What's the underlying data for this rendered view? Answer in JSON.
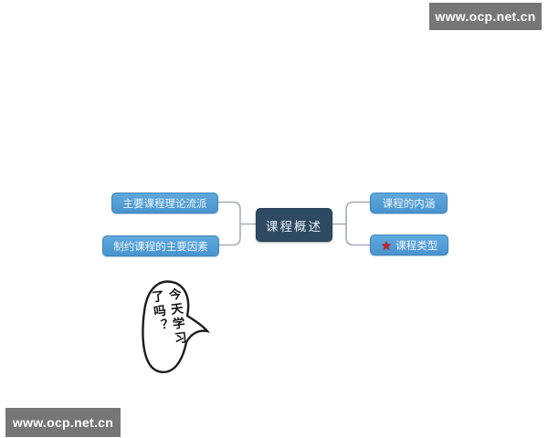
{
  "watermark": {
    "text": "www.ocp.net.cn"
  },
  "mindmap": {
    "root": {
      "label": "课程概述"
    },
    "left_nodes": [
      {
        "label": "主要课程理论流派"
      },
      {
        "label": "制约课程的主要因素"
      }
    ],
    "right_nodes": [
      {
        "label": "课程的内涵"
      },
      {
        "label": "课程类型",
        "icon": "red-star"
      }
    ]
  },
  "icons": {
    "star": "★"
  },
  "speech_bubble": {
    "lines": [
      "今天学习",
      "了吗？"
    ],
    "full_text": "今天学习了吗？"
  },
  "colors": {
    "node_blue": "#4f9cd6",
    "node_blue_border": "#3e86bf",
    "root_navy": "#2e4a63",
    "connector_gray": "#a4adb5",
    "watermark_bg": "#767676",
    "star_red": "#c41f2a",
    "bubble_ink": "#141414"
  }
}
